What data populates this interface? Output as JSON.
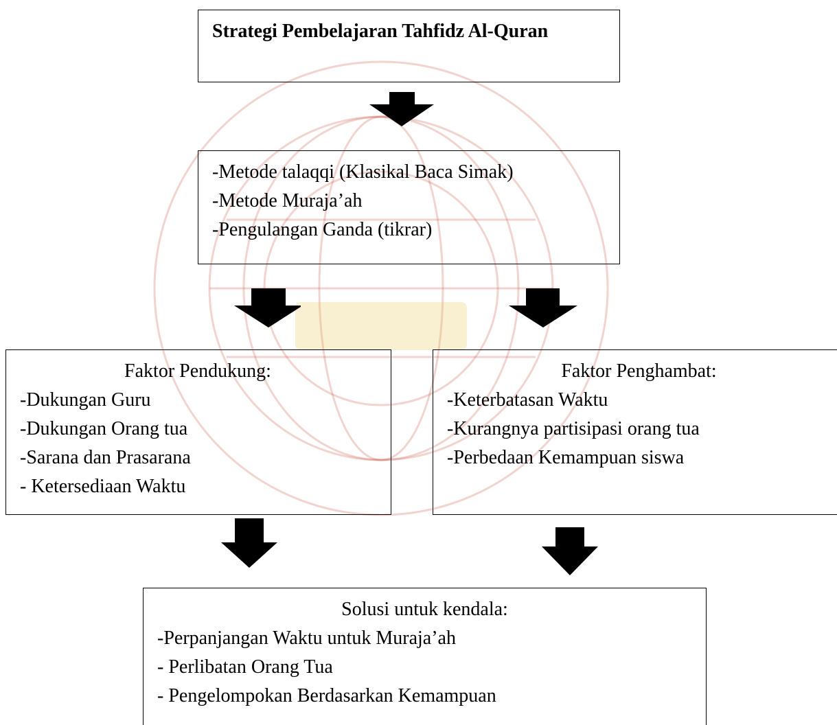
{
  "watermark": {
    "color": "#c0392b",
    "opacity": 0.25
  },
  "diagram": {
    "strategy": {
      "title": "Strategi Pembelajaran Tahfidz Al-Quran"
    },
    "methods": {
      "items": [
        "-Metode talaqqi (Klasikal Baca Simak)",
        "-Metode Muraja’ah",
        "-Pengulangan Ganda (tikrar)"
      ]
    },
    "support": {
      "heading": "Faktor Pendukung:",
      "items": [
        "-Dukungan Guru",
        "-Dukungan Orang tua",
        "-Sarana dan Prasarana",
        "- Ketersediaan Waktu"
      ]
    },
    "obstacle": {
      "heading": "Faktor Penghambat:",
      "items": [
        "-Keterbatasan Waktu",
        "-Kurangnya partisipasi orang tua",
        "-Perbedaan Kemampuan siswa"
      ]
    },
    "solution": {
      "heading": "Solusi untuk kendala:",
      "items": [
        "-Perpanjangan Waktu untuk Muraja’ah",
        "- Perlibatan Orang Tua",
        "- Pengelompokan Berdasarkan Kemampuan"
      ]
    }
  }
}
